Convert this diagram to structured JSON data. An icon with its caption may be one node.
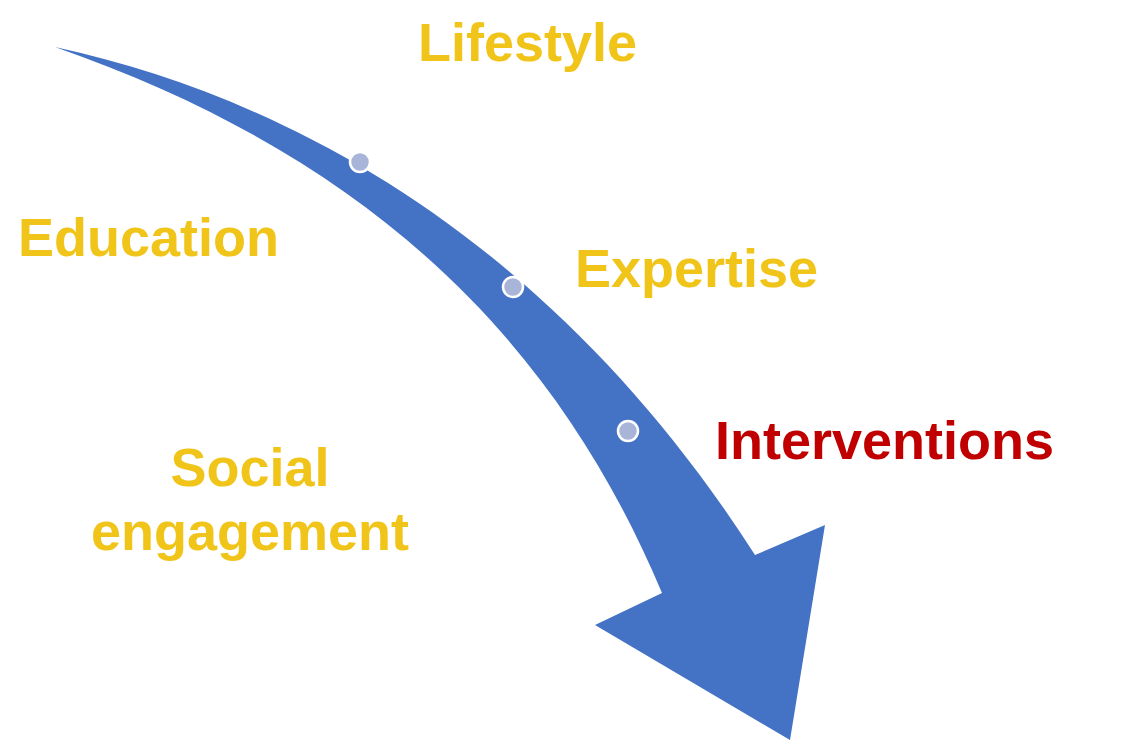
{
  "diagram": {
    "labels": [
      "Lifestyle",
      "Education",
      "Expertise",
      "Interventions",
      "Social engagement"
    ]
  }
}
